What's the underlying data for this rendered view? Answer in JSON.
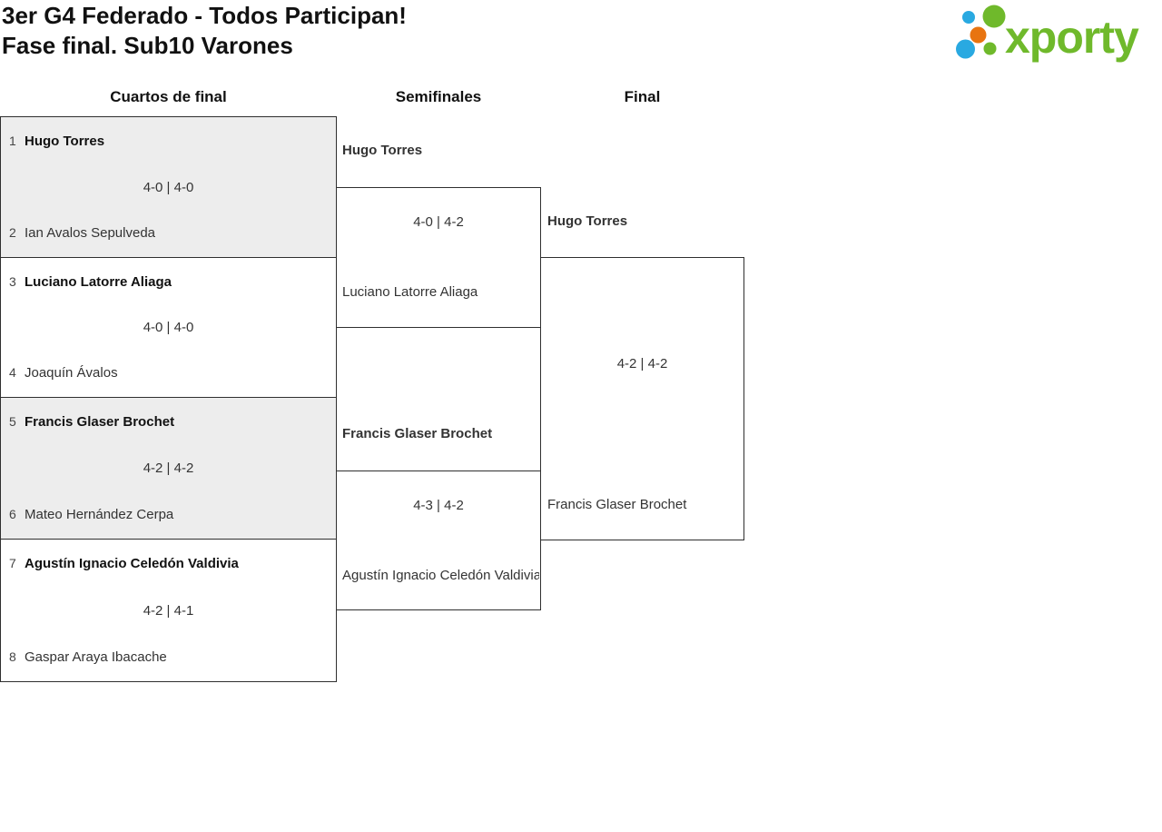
{
  "header": {
    "title_line1": "3er G4 Federado - Todos Participan!",
    "title_line2": "Fase final. Sub10 Varones"
  },
  "logo": {
    "text": "xporty",
    "colors": {
      "green": "#6fb92b",
      "blue": "#29a9e1",
      "orange": "#e87410"
    }
  },
  "columns": [
    "Cuartos de final",
    "Semifinales",
    "Final"
  ],
  "colors": {
    "box_border": "#2f2f2f",
    "shaded_box_bg": "#ededed",
    "winner_text": "#111111",
    "regular_text": "#333333",
    "seed_text": "#444444"
  },
  "bracket": {
    "quarterfinals": [
      {
        "seed1": "1",
        "player1": "Hugo Torres",
        "score": "4-0 | 4-0",
        "seed2": "2",
        "player2": "Ian Avalos Sepulveda"
      },
      {
        "seed1": "3",
        "player1": "Luciano Latorre Aliaga",
        "score": "4-0 | 4-0",
        "seed2": "4",
        "player2": "Joaquín Ávalos"
      },
      {
        "seed1": "5",
        "player1": "Francis Glaser Brochet",
        "score": "4-2 | 4-2",
        "seed2": "6",
        "player2": "Mateo Hernández Cerpa"
      },
      {
        "seed1": "7",
        "player1": "Agustín Ignacio Celedón Valdivia",
        "score": "4-2 | 4-1",
        "seed2": "8",
        "player2": "Gaspar Araya Ibacache"
      }
    ],
    "semifinals": [
      {
        "player1": "Hugo Torres",
        "score": "4-0 | 4-2",
        "player2": "Luciano Latorre Aliaga"
      },
      {
        "player1": "Francis Glaser Brochet",
        "score": "4-3 | 4-2",
        "player2": "Agustín Ignacio Celedón Valdivia"
      }
    ],
    "final": {
      "player1": "Hugo Torres",
      "score": "4-2 | 4-2",
      "player2": "Francis Glaser Brochet"
    }
  }
}
